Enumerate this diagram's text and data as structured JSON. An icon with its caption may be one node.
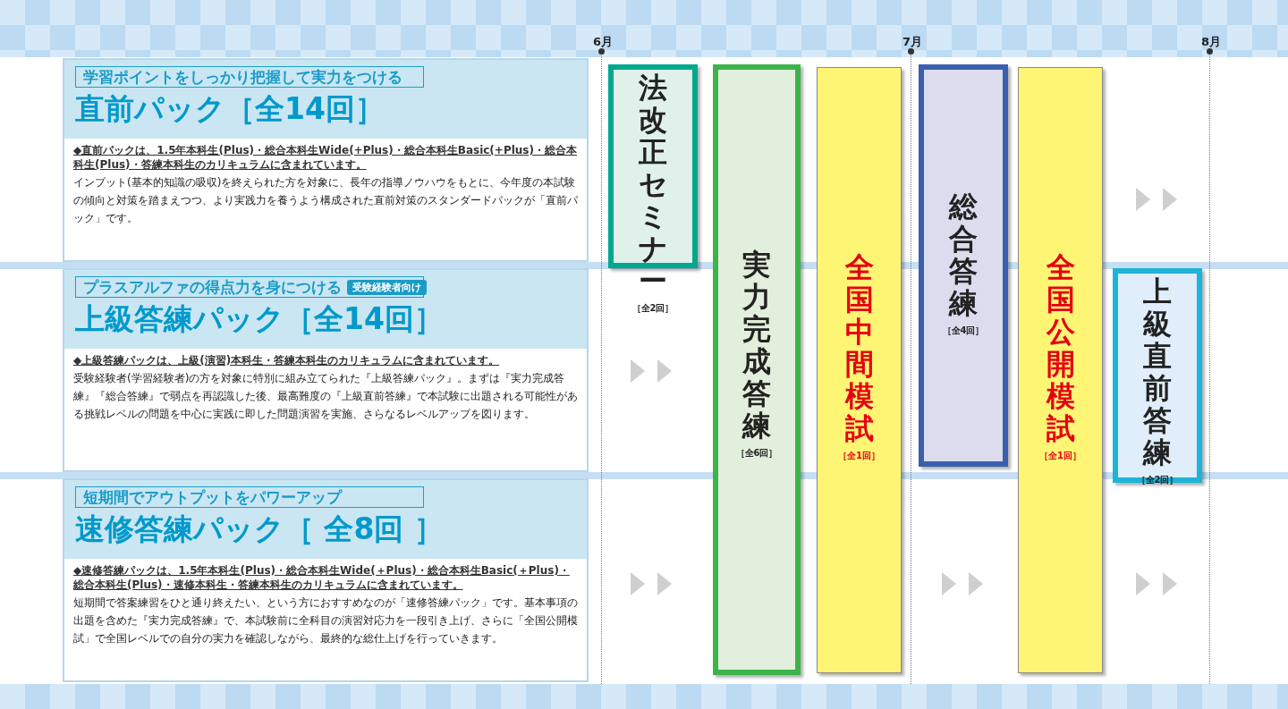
{
  "diagram": {
    "nodes": [
      {
        "text": [
          "学習ポイントをしっかり把握して実力をつける",
          "直前パック［全14回］",
          "◆直前パックは、1.5年本科生(Plus)・総合本科生Wide(+Plus)・総合本科生Basic(+Plus)・総合本科生(Plus)・答練本科生のカリキュラムに含まれています。",
          "インプット(基本的知識の吸収)を終えられた方を対象に、長年の指導ノウハウをもとに、今年度の本試験の傾向と対策を踏まえつつ、より実践力を養うよう構成された直前対策のスタンダードパックが「直前パック」です。"
        ]
      },
      {
        "text": [
          "プラスアルファの得点力を身につける",
          "上級答練パック［全14回］",
          "◆上級答練パックは、上級(演習)本科生・答練本科生のカリキュラムに含まれています。",
          "受験経験者(学習経験者)の方を対象に特別に組み立てられた『上級答練パック』。まずは『実力完成答練』『総合答練』で弱点を再認識した後、最高難度の『上級直前答練』で本試験に出題される可能性がある挑戦レベルの問題を中心に実践に即した問題演習を実施、さらなるレベルアップを図ります。"
        ]
      },
      {
        "text": [
          "受験経験者向け"
        ],
        "in": 1
      },
      {
        "text": [
          "短期間でアウトプットをパワーアップ",
          "速修答練パック［ 全8回 ］",
          "◆速修答練パックは、1.5年本科生(Plus)・総合本科生Wide(＋Plus)・総合本科生Basic(＋Plus)・総合本科生(Plus)・速修本科生・答練本科生のカリキュラムに含まれています。",
          "短期間で答案練習をひと通り終えたい、という方におすすめなのが「速修答練パック」です。基本事項の出題を含めた『実力完成答練』で、本試験前に全科目の演習対応力を一段引き上げ、さらに「全国公開模試」で全国レベルでの自分の実力を確認しながら、最終的な総仕上げを行っていきます。"
        ]
      },
      {
        "text": [
          "法改正セミナー",
          "［全2回］"
        ]
      },
      {
        "text": [
          "実力完成答練",
          "［全6回］"
        ]
      },
      {
        "text": [
          "全国中間模試",
          "［全1回］"
        ]
      },
      {
        "text": [
          "総合答練",
          "［全4回］"
        ]
      },
      {
        "text": [
          "全国公開模試",
          "［全1回］"
        ]
      },
      {
        "text": [
          "上級直前答練",
          "［全2回］"
        ]
      }
    ],
    "labels": [
      "6月",
      "7月",
      "8月"
    ]
  }
}
